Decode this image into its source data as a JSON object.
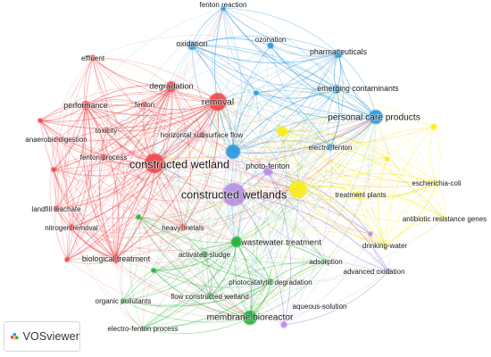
{
  "colors": {
    "red": "#f0484d",
    "blue": "#2e98dc",
    "yellow": "#f7ee1f",
    "green": "#23b33a",
    "purple": "#b487e6"
  },
  "brand": {
    "name": "VOSviewer",
    "icon": "vosviewer-logo-icon"
  },
  "nodes": [
    {
      "id": "fenton-reaction",
      "label": "fenton reaction",
      "cluster": "blue",
      "weight": 1
    },
    {
      "id": "oxidation",
      "label": "oxidation",
      "cluster": "blue",
      "weight": 3
    },
    {
      "id": "ozonation",
      "label": "ozonation",
      "cluster": "blue",
      "weight": 2
    },
    {
      "id": "pharmaceuticals",
      "label": "pharmaceuticals",
      "cluster": "blue",
      "weight": 3
    },
    {
      "id": "emerging-contaminants",
      "label": "emerging contaminants",
      "cluster": "blue",
      "weight": 3
    },
    {
      "id": "personal-care-products",
      "label": "personal care products",
      "cluster": "blue",
      "weight": 5
    },
    {
      "id": "electro-fenton",
      "label": "electro-fenton",
      "cluster": "blue",
      "weight": 2
    },
    {
      "id": "blue-hub",
      "label": "",
      "cluster": "blue",
      "weight": 5
    },
    {
      "id": "blue-minor-1",
      "label": "",
      "cluster": "blue",
      "weight": 1
    },
    {
      "id": "effluent",
      "label": "effluent",
      "cluster": "red",
      "weight": 2
    },
    {
      "id": "degradation",
      "label": "degradation",
      "cluster": "red",
      "weight": 4
    },
    {
      "id": "removal",
      "label": "removal",
      "cluster": "red",
      "weight": 7
    },
    {
      "id": "performance",
      "label": "performance",
      "cluster": "red",
      "weight": 3
    },
    {
      "id": "fenton",
      "label": "fenton",
      "cluster": "red",
      "weight": 2
    },
    {
      "id": "toxicity",
      "label": "toxicity",
      "cluster": "red",
      "weight": 2
    },
    {
      "id": "anaerobic-digestion",
      "label": "anaerobic digestion",
      "cluster": "red",
      "weight": 1
    },
    {
      "id": "horizontal-subsurface-flow",
      "label": "horizontal subsurface flow",
      "cluster": "red",
      "weight": 2
    },
    {
      "id": "constructed-wetland",
      "label": "constructed wetland",
      "cluster": "red",
      "weight": 8
    },
    {
      "id": "fenton-process",
      "label": "fenton process",
      "cluster": "red",
      "weight": 2
    },
    {
      "id": "landfill-leachate",
      "label": "landfill leachate",
      "cluster": "red",
      "weight": 2
    },
    {
      "id": "nitrogen-removal",
      "label": "nitrogen removal",
      "cluster": "red",
      "weight": 2
    },
    {
      "id": "biological-treatment",
      "label": "biological treatment",
      "cluster": "red",
      "weight": 3
    },
    {
      "id": "heavy-metals",
      "label": "heavy-metals",
      "cluster": "red",
      "weight": 2
    },
    {
      "id": "red-minor-1",
      "label": "",
      "cluster": "red",
      "weight": 1
    },
    {
      "id": "red-minor-2",
      "label": "",
      "cluster": "red",
      "weight": 1
    },
    {
      "id": "red-minor-3",
      "label": "",
      "cluster": "red",
      "weight": 1
    },
    {
      "id": "photo-fenton",
      "label": "photo-fenton",
      "cluster": "purple",
      "weight": 3
    },
    {
      "id": "constructed-wetlands",
      "label": "constructed wetlands",
      "cluster": "purple",
      "weight": 10
    },
    {
      "id": "advanced-oxidation",
      "label": "advanced oxidation",
      "cluster": "purple",
      "weight": 2
    },
    {
      "id": "aqueous-solution",
      "label": "aqueous-solution",
      "cluster": "purple",
      "weight": 2
    },
    {
      "id": "purple-minor-1",
      "label": "",
      "cluster": "purple",
      "weight": 1
    },
    {
      "id": "yellow-hub",
      "label": "",
      "cluster": "yellow",
      "weight": 7
    },
    {
      "id": "yellow-upper",
      "label": "",
      "cluster": "yellow",
      "weight": 4
    },
    {
      "id": "yellow-right",
      "label": "",
      "cluster": "yellow",
      "weight": 2
    },
    {
      "id": "escherichia-coli",
      "label": "escherichia-coli",
      "cluster": "yellow",
      "weight": 2
    },
    {
      "id": "treatment-plants",
      "label": "treatment plants",
      "cluster": "yellow",
      "weight": 2
    },
    {
      "id": "antibiotic-resistance-genes",
      "label": "antibiotic resistance genes",
      "cluster": "yellow",
      "weight": 1
    },
    {
      "id": "drinking-water",
      "label": "drinking-water",
      "cluster": "yellow",
      "weight": 2
    },
    {
      "id": "yellow-minor-1",
      "label": "",
      "cluster": "yellow",
      "weight": 1
    },
    {
      "id": "wastewater-treatment",
      "label": "wastewater treatment",
      "cluster": "green",
      "weight": 4
    },
    {
      "id": "activated-sludge",
      "label": "activated-sludge",
      "cluster": "green",
      "weight": 2
    },
    {
      "id": "adsorption",
      "label": "adsorption",
      "cluster": "green",
      "weight": 1
    },
    {
      "id": "photocatalytic-degradation",
      "label": "photocatalytic degradation",
      "cluster": "green",
      "weight": 2
    },
    {
      "id": "flow-constructed-wetland",
      "label": "flow constructed wetland",
      "cluster": "green",
      "weight": 2
    },
    {
      "id": "organic-pollutants",
      "label": "organic pollutants",
      "cluster": "green",
      "weight": 1
    },
    {
      "id": "membrane-bioreactor",
      "label": "membrane bioreactor",
      "cluster": "green",
      "weight": 5
    },
    {
      "id": "electro-fenton-process",
      "label": "electro-fenton process",
      "cluster": "green",
      "weight": 1
    },
    {
      "id": "green-minor-1",
      "label": "",
      "cluster": "green",
      "weight": 1
    },
    {
      "id": "green-minor-2",
      "label": "",
      "cluster": "green",
      "weight": 1
    }
  ]
}
